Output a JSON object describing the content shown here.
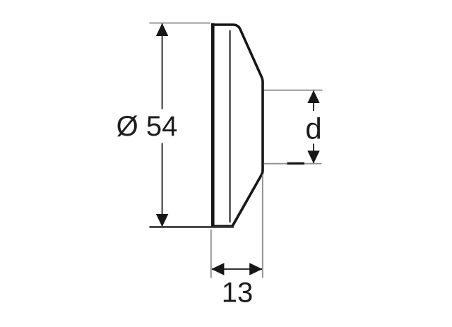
{
  "drawing": {
    "dimensions": {
      "outer_diameter": {
        "label": "Ø 54"
      },
      "spigot_diameter": {
        "label": "d"
      },
      "depth": {
        "label": "13"
      }
    },
    "colors": {
      "background": "#ffffff",
      "outline": "#161616",
      "dimension_line": "#333333",
      "extension_line": "#919191",
      "text": "#1c1c1c"
    }
  }
}
